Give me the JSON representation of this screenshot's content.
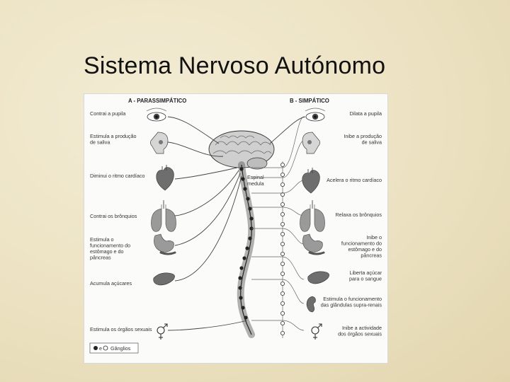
{
  "slide": {
    "title": "Sistema Nervoso Autónomo"
  },
  "diagram": {
    "parasympathetic_header": "A - PARASSIMPÁTICO",
    "sympathetic_header": "B - SIMPÁTICO",
    "spinal_label": [
      "Espinal",
      "medula"
    ],
    "left_labels": [
      [
        "Contrai a pupila"
      ],
      [
        "Estimula a produção",
        "de saliva"
      ],
      [
        "Diminui o ritmo cardíaco"
      ],
      [
        "Contrai os brônquios"
      ],
      [
        "Estimula o",
        "funcionamento do",
        "estômago e do",
        "pâncreas"
      ],
      [
        "Acumula açúcares"
      ],
      [
        "Estimula os órgãos sexuais"
      ]
    ],
    "right_labels": [
      [
        "Dilata a pupila"
      ],
      [
        "Inibe a produção",
        "de saliva"
      ],
      [
        "Acelera o ritmo cardíaco"
      ],
      [
        "Relaxa os brônquios"
      ],
      [
        "Inibe o",
        "funcionamento do",
        "estômago e do",
        "pâncreas"
      ],
      [
        "Liberta açúcar",
        "para o sangue"
      ],
      [
        "Estimula o funcionamento",
        "das glândulas supra-renais"
      ],
      [
        "Inibe a actividade",
        "dos órgãos sexuais"
      ]
    ],
    "legend_label": "Gânglios"
  }
}
